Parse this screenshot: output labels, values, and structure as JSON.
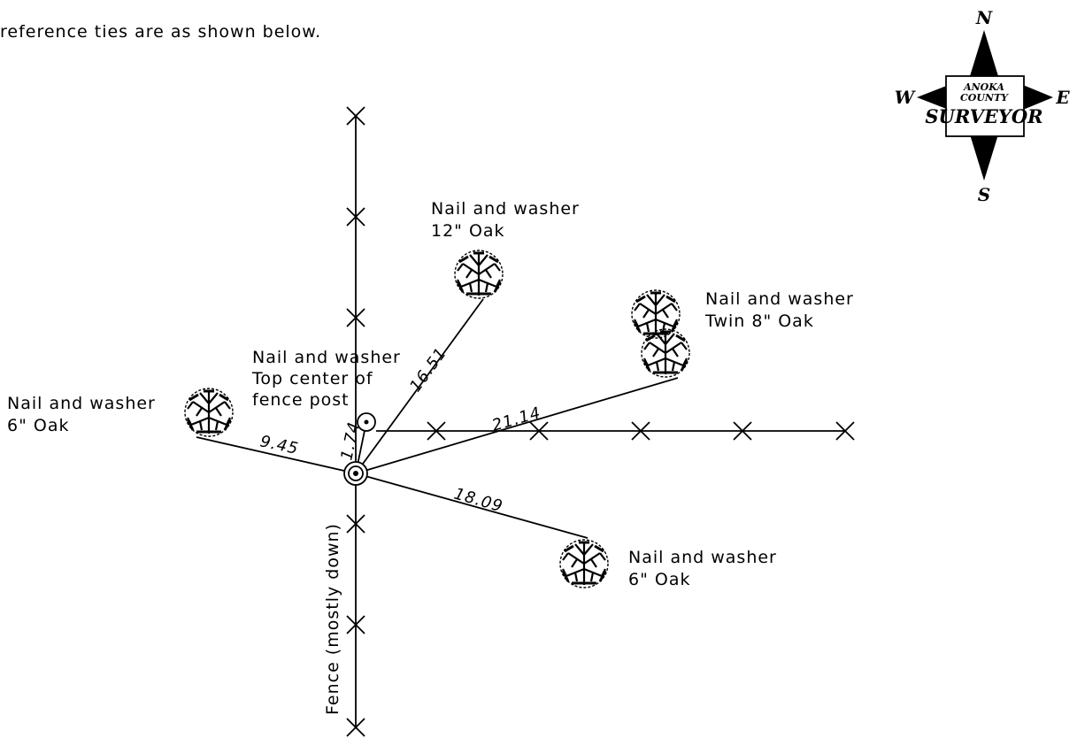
{
  "intro_text": "reference ties are as shown below.",
  "labels": {
    "oak12": [
      "Nail and washer",
      "12\" Oak"
    ],
    "twin8": [
      "Nail and washer",
      "Twin 8\" Oak"
    ],
    "fencepost": [
      "Nail and washer",
      "Top center of",
      "fence post"
    ],
    "oak6_west": [
      "Nail and washer",
      "6\" Oak"
    ],
    "oak6_se": [
      "Nail and washer",
      "6\" Oak"
    ],
    "fence": "Fence (mostly down)"
  },
  "distances": {
    "to_oak12": "16.51",
    "to_twin8": "21.14",
    "to_fencepost": "1.74",
    "to_oak6_west": "9.45",
    "to_oak6_se": "18.09"
  },
  "logo": {
    "n": "N",
    "s": "S",
    "e": "E",
    "w": "W",
    "line1": "ANOKA",
    "line2": "COUNTY",
    "line3": "SURVEYOR"
  }
}
